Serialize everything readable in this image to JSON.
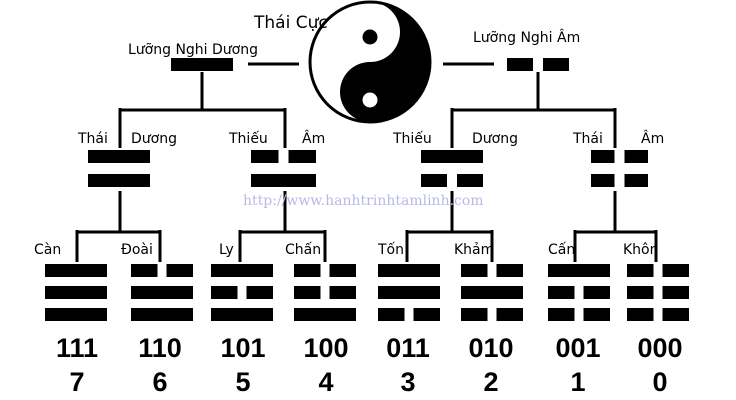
{
  "root": {
    "label": "Thái Cực"
  },
  "level1": [
    {
      "label": "Lưỡng Nghi Dương",
      "lines": [
        "yang"
      ]
    },
    {
      "label": "Lưỡng Nghi  Âm",
      "lines": [
        "yin"
      ]
    }
  ],
  "level2": [
    {
      "label_left": "Thái",
      "label_right": "Dương",
      "lines": [
        "yang",
        "yang"
      ]
    },
    {
      "label_left": "Thiếu",
      "label_right": "Âm",
      "lines": [
        "yin",
        "yang"
      ]
    },
    {
      "label_left": "Thiếu",
      "label_right": "Dương",
      "lines": [
        "yang",
        "yin"
      ]
    },
    {
      "label_left": "Thái",
      "label_right": "Âm",
      "lines": [
        "yin",
        "yin"
      ]
    }
  ],
  "trigrams": [
    {
      "name": "Càn",
      "binary": "111",
      "number": "7",
      "lines": [
        "yang",
        "yang",
        "yang"
      ]
    },
    {
      "name": "Đoài",
      "binary": "110",
      "number": "6",
      "lines": [
        "yin",
        "yang",
        "yang"
      ]
    },
    {
      "name": "Ly",
      "binary": "101",
      "number": "5",
      "lines": [
        "yang",
        "yin",
        "yang"
      ]
    },
    {
      "name": "Chấn",
      "binary": "100",
      "number": "4",
      "lines": [
        "yin",
        "yin",
        "yang"
      ]
    },
    {
      "name": "Tốn",
      "binary": "011",
      "number": "3",
      "lines": [
        "yang",
        "yang",
        "yin"
      ]
    },
    {
      "name": "Khảm",
      "binary": "010",
      "number": "2",
      "lines": [
        "yin",
        "yang",
        "yin"
      ]
    },
    {
      "name": "Cấn",
      "binary": "001",
      "number": "1",
      "lines": [
        "yang",
        "yin",
        "yin"
      ]
    },
    {
      "name": "Khôn",
      "binary": "000",
      "number": "0",
      "lines": [
        "yin",
        "yin",
        "yin"
      ]
    }
  ],
  "watermark": "http://www.hanhtrinhtamlinh.com",
  "colors": {
    "ink": "#000000",
    "watermark": "#b9b9e8",
    "background": "#ffffff"
  }
}
